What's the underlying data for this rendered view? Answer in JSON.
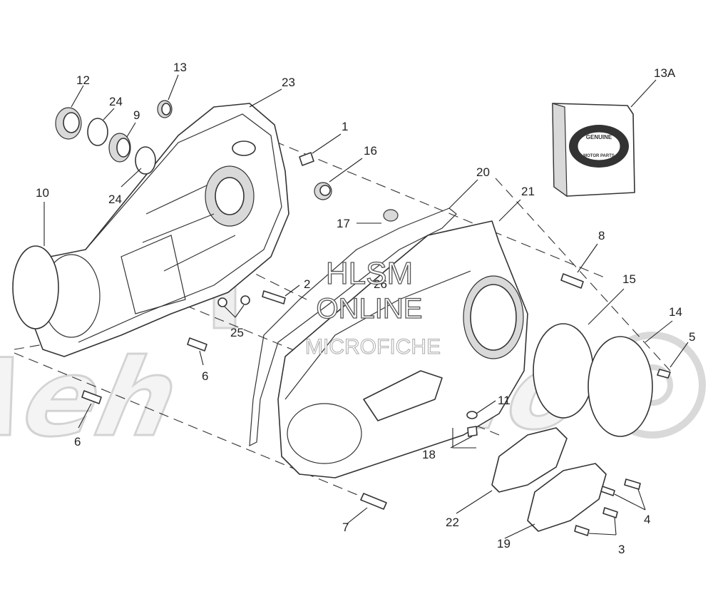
{
  "callouts": {
    "c1": "1",
    "c2": "2",
    "c3": "3",
    "c4": "4",
    "c5": "5",
    "c6a": "6",
    "c6b": "6",
    "c7": "7",
    "c8": "8",
    "c9": "9",
    "c10": "10",
    "c11": "11",
    "c12": "12",
    "c13": "13",
    "c13a": "13A",
    "c14": "14",
    "c15": "15",
    "c16": "16",
    "c17": "17",
    "c18": "18",
    "c19": "19",
    "c20": "20",
    "c21": "21",
    "c22": "22",
    "c23": "23",
    "c24a": "24",
    "c24b": "24",
    "c25": "25",
    "c26": "26"
  },
  "watermark": {
    "line1": "HLSM",
    "line2": "ONLINE",
    "line3": "MICROFICHE"
  },
  "badge": {
    "top": "GENUINE",
    "bottom": "MOTOR PARTS"
  }
}
